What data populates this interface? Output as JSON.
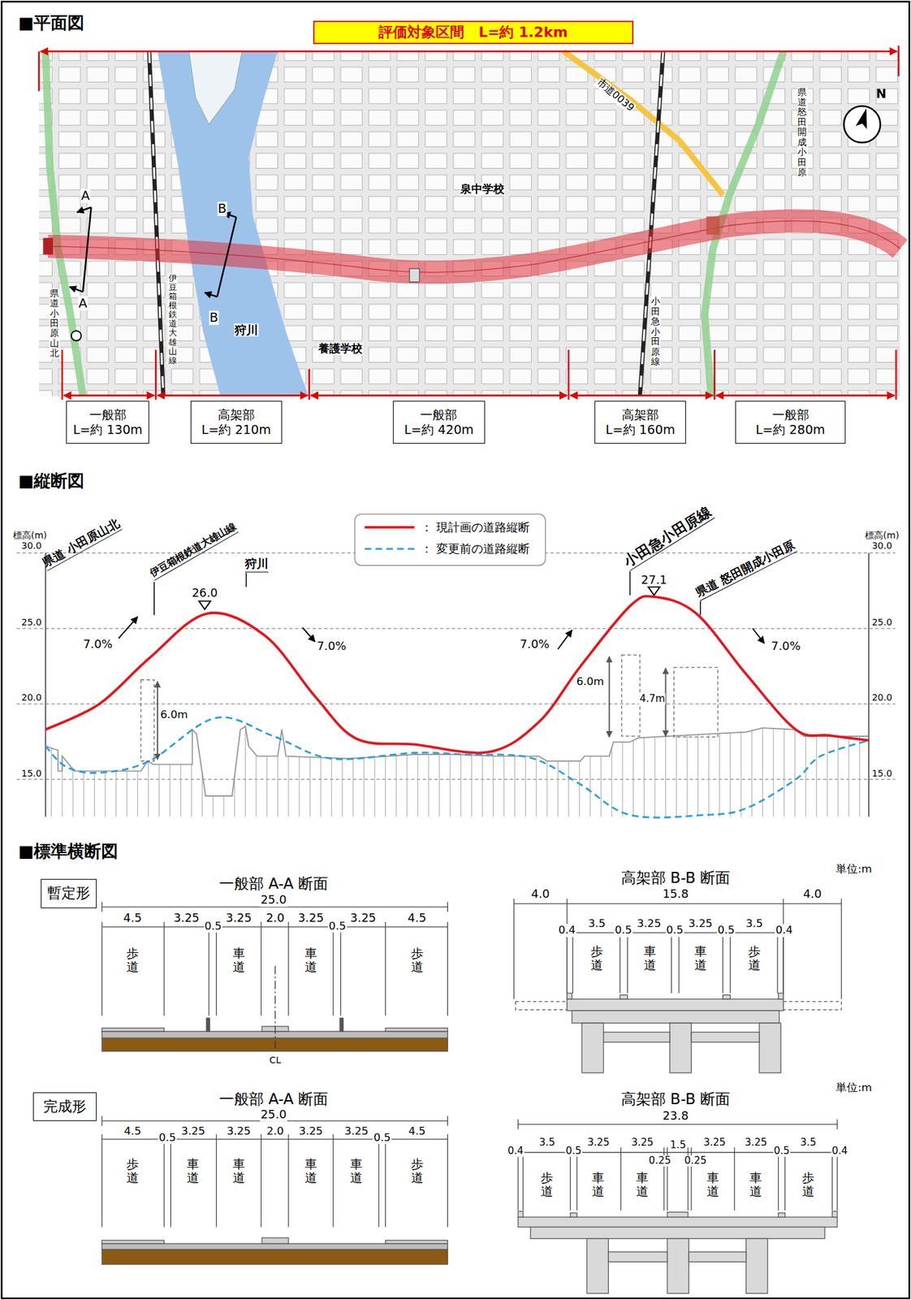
{
  "diagram": {
    "nodes": [
      {
        "text": [
          "評価対象区間　L=約 1.2km"
        ]
      },
      {
        "text": [
          "一般部",
          "L=約 130m"
        ]
      },
      {
        "text": [
          "高架部",
          "L=約 210m"
        ]
      },
      {
        "text": [
          "一般部",
          "L=約 420m"
        ]
      },
      {
        "text": [
          "高架部",
          "L=約 160m"
        ]
      },
      {
        "text": [
          "一般部",
          "L=約 280m"
        ]
      },
      {
        "text": [
          "暫定形"
        ]
      },
      {
        "text": [
          "完成形"
        ]
      }
    ],
    "labels": [
      "■平面図",
      "N",
      "A",
      "A",
      "B",
      "B",
      "県道 小田原山北",
      "伊豆箱根鉄道大雄山線",
      "狩川",
      "泉中学校",
      "養護学校",
      "市道0039",
      "小田急小田原線",
      "県道 怒田開成小田原",
      "■縦断図",
      "標高(m)",
      "30.0",
      "25.0",
      "20.0",
      "15.0",
      "標高(m)",
      "30.0",
      "25.0",
      "20.0",
      "15.0",
      "県道 小田原山北",
      "伊豆箱根鉄道大雄山線",
      "狩川",
      "26.0",
      "7.0%",
      "7.0%",
      "6.0m",
      "小田急小田原線",
      "県道 怒田開成小田原",
      "27.1",
      "7.0%",
      "7.0%",
      "6.0m",
      "4.7m",
      "■標準横断図",
      "単位:m",
      "一般部 A-A 断面",
      "25.0",
      "4.5",
      "3.25",
      "0.5",
      "3.25",
      "2.0",
      "3.25",
      "0.5",
      "3.25",
      "4.5",
      "歩道",
      "車道",
      "車道",
      "歩道",
      "CL",
      "高架部 B-B 断面",
      "4.0",
      "15.8",
      "4.0",
      "0.4",
      "3.5",
      "0.5",
      "3.25",
      "0.5",
      "3.25",
      "0.5",
      "3.5",
      "0.4",
      "歩道",
      "車道",
      "車道",
      "歩道",
      "一般部 A-A 断面",
      "25.0",
      "4.5",
      "0.5",
      "3.25",
      "3.25",
      "2.0",
      "3.25",
      "3.25",
      "0.5",
      "4.5",
      "歩道",
      "車道",
      "車道",
      "車道",
      "車道",
      "歩道",
      "単位:m",
      "高架部 B-B 断面",
      "23.8",
      "0.4",
      "3.5",
      "0.5",
      "3.25",
      "3.25",
      "1.5",
      "0.25",
      "0.25",
      "3.25",
      "3.25",
      "0.5",
      "3.5",
      "0.4",
      "歩道",
      "車道",
      "車道",
      "車道",
      "車道",
      "歩道"
    ],
    "legend": [
      {
        "text": "： 現計画の道路縦断"
      },
      {
        "text": "： 変更前の道路縦断"
      }
    ]
  }
}
